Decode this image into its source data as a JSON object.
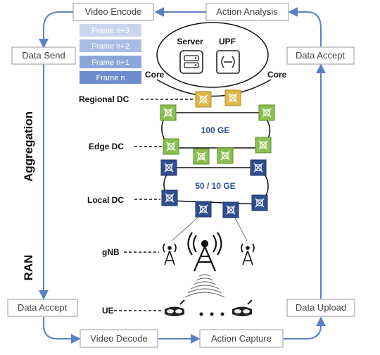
{
  "flow": {
    "video_encode": "Video Encode",
    "action_analysis": "Action Analysis",
    "data_send": "Data Send",
    "data_accept_top": "Data Accept",
    "data_accept_bottom": "Data Accept",
    "data_upload": "Data Upload",
    "video_decode": "Video Decode",
    "action_capture": "Action Capture"
  },
  "frames": [
    "Frame n+3",
    "Frame n+2",
    "Frame n+1",
    "Frame n"
  ],
  "core": {
    "server": "Server",
    "upf": "UPF",
    "core_left": "Core",
    "core_right": "Core"
  },
  "layers": {
    "regional_dc": "Regional DC",
    "edge_dc": "Edge DC",
    "local_dc": "Local DC",
    "gnb": "gNB",
    "ue": "UE"
  },
  "links": {
    "edge_ring": "100 GE",
    "local_ring": "50 / 10 GE"
  },
  "sides": {
    "aggregation": "Aggregation",
    "ran": "RAN"
  },
  "colors": {
    "arrow": "#5b7fc4",
    "regional_node": "#e0b84a",
    "edge_node": "#8cbf52",
    "local_node": "#2f4f8f",
    "frame_shades": [
      "#c9d6ee",
      "#a9bde4",
      "#8ca6da",
      "#6d8ccd"
    ]
  }
}
